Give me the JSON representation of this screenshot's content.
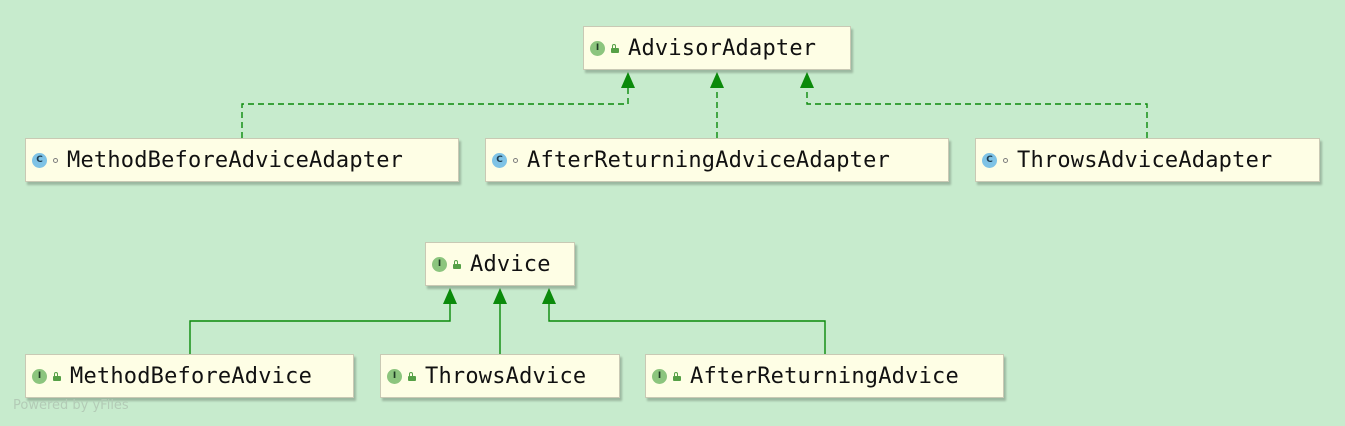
{
  "colors": {
    "background": "#c7ebcd",
    "node_fill": "#fefee5",
    "edge": "#0b8a0b",
    "interface_badge": "#8cc57e",
    "class_badge": "#7fc3e6"
  },
  "nodes": [
    {
      "id": "advisor-adapter",
      "label": "AdvisorAdapter",
      "kind": "interface",
      "kind_letter": "I",
      "visibility": "public-lock-icon"
    },
    {
      "id": "method-before-advice-adapter",
      "label": "MethodBeforeAdviceAdapter",
      "kind": "class",
      "kind_letter": "C",
      "visibility": "package-dot-icon"
    },
    {
      "id": "after-returning-advice-adapter",
      "label": "AfterReturningAdviceAdapter",
      "kind": "class",
      "kind_letter": "C",
      "visibility": "package-dot-icon"
    },
    {
      "id": "throws-advice-adapter",
      "label": "ThrowsAdviceAdapter",
      "kind": "class",
      "kind_letter": "C",
      "visibility": "package-dot-icon"
    },
    {
      "id": "advice",
      "label": "Advice",
      "kind": "interface",
      "kind_letter": "I",
      "visibility": "public-lock-icon"
    },
    {
      "id": "method-before-advice",
      "label": "MethodBeforeAdvice",
      "kind": "interface",
      "kind_letter": "I",
      "visibility": "public-lock-icon"
    },
    {
      "id": "throws-advice",
      "label": "ThrowsAdvice",
      "kind": "interface",
      "kind_letter": "I",
      "visibility": "public-lock-icon"
    },
    {
      "id": "after-returning-advice",
      "label": "AfterReturningAdvice",
      "kind": "interface",
      "kind_letter": "I",
      "visibility": "public-lock-icon"
    }
  ],
  "edges": [
    {
      "from": "method-before-advice-adapter",
      "to": "advisor-adapter",
      "relation": "implements",
      "style": "dashed"
    },
    {
      "from": "after-returning-advice-adapter",
      "to": "advisor-adapter",
      "relation": "implements",
      "style": "dashed"
    },
    {
      "from": "throws-advice-adapter",
      "to": "advisor-adapter",
      "relation": "implements",
      "style": "dashed"
    },
    {
      "from": "method-before-advice",
      "to": "advice",
      "relation": "extends",
      "style": "solid"
    },
    {
      "from": "throws-advice",
      "to": "advice",
      "relation": "extends",
      "style": "solid"
    },
    {
      "from": "after-returning-advice",
      "to": "advice",
      "relation": "extends",
      "style": "solid"
    }
  ],
  "watermark": "Powered by yFiles"
}
